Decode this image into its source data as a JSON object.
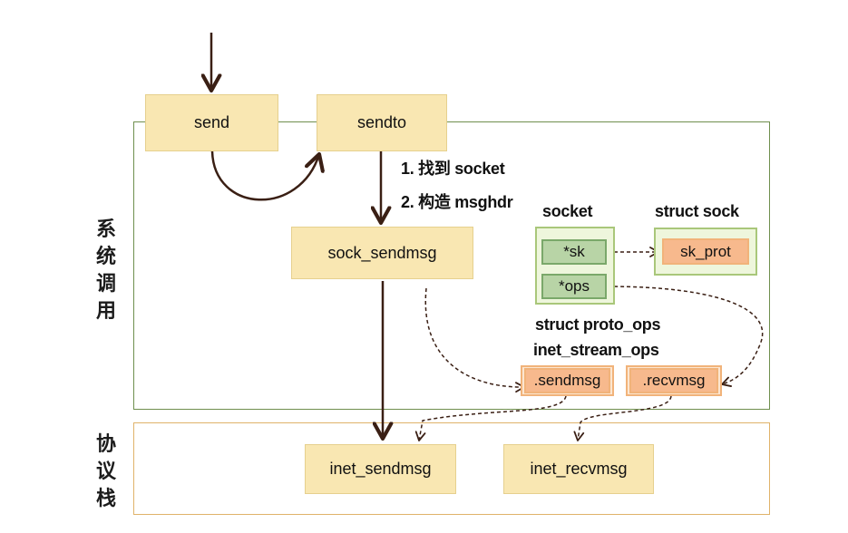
{
  "regions": {
    "syscall_label": [
      "系",
      "统",
      "调",
      "用"
    ],
    "stack_label": [
      "协",
      "议",
      "栈"
    ]
  },
  "nodes": {
    "send": "send",
    "sendto": "sendto",
    "sock_sendmsg": "sock_sendmsg",
    "inet_sendmsg": "inet_sendmsg",
    "inet_recvmsg": "inet_recvmsg"
  },
  "steps": {
    "step1": "1. 找到 socket",
    "step2": "2. 构造 msghdr"
  },
  "socket_struct": {
    "title": "socket",
    "field_sk": "*sk",
    "field_ops": "*ops"
  },
  "sock_struct": {
    "title": "struct sock",
    "field": "sk_prot"
  },
  "proto_ops": {
    "title1": "struct proto_ops",
    "title2": "inet_stream_ops",
    "sendmsg": ".sendmsg",
    "recvmsg": ".recvmsg"
  },
  "colors": {
    "yellow": "#f9e7b2",
    "green_border": "#6f8f4e",
    "orange": "#f7b98d",
    "stack_border": "#e0b36a"
  }
}
